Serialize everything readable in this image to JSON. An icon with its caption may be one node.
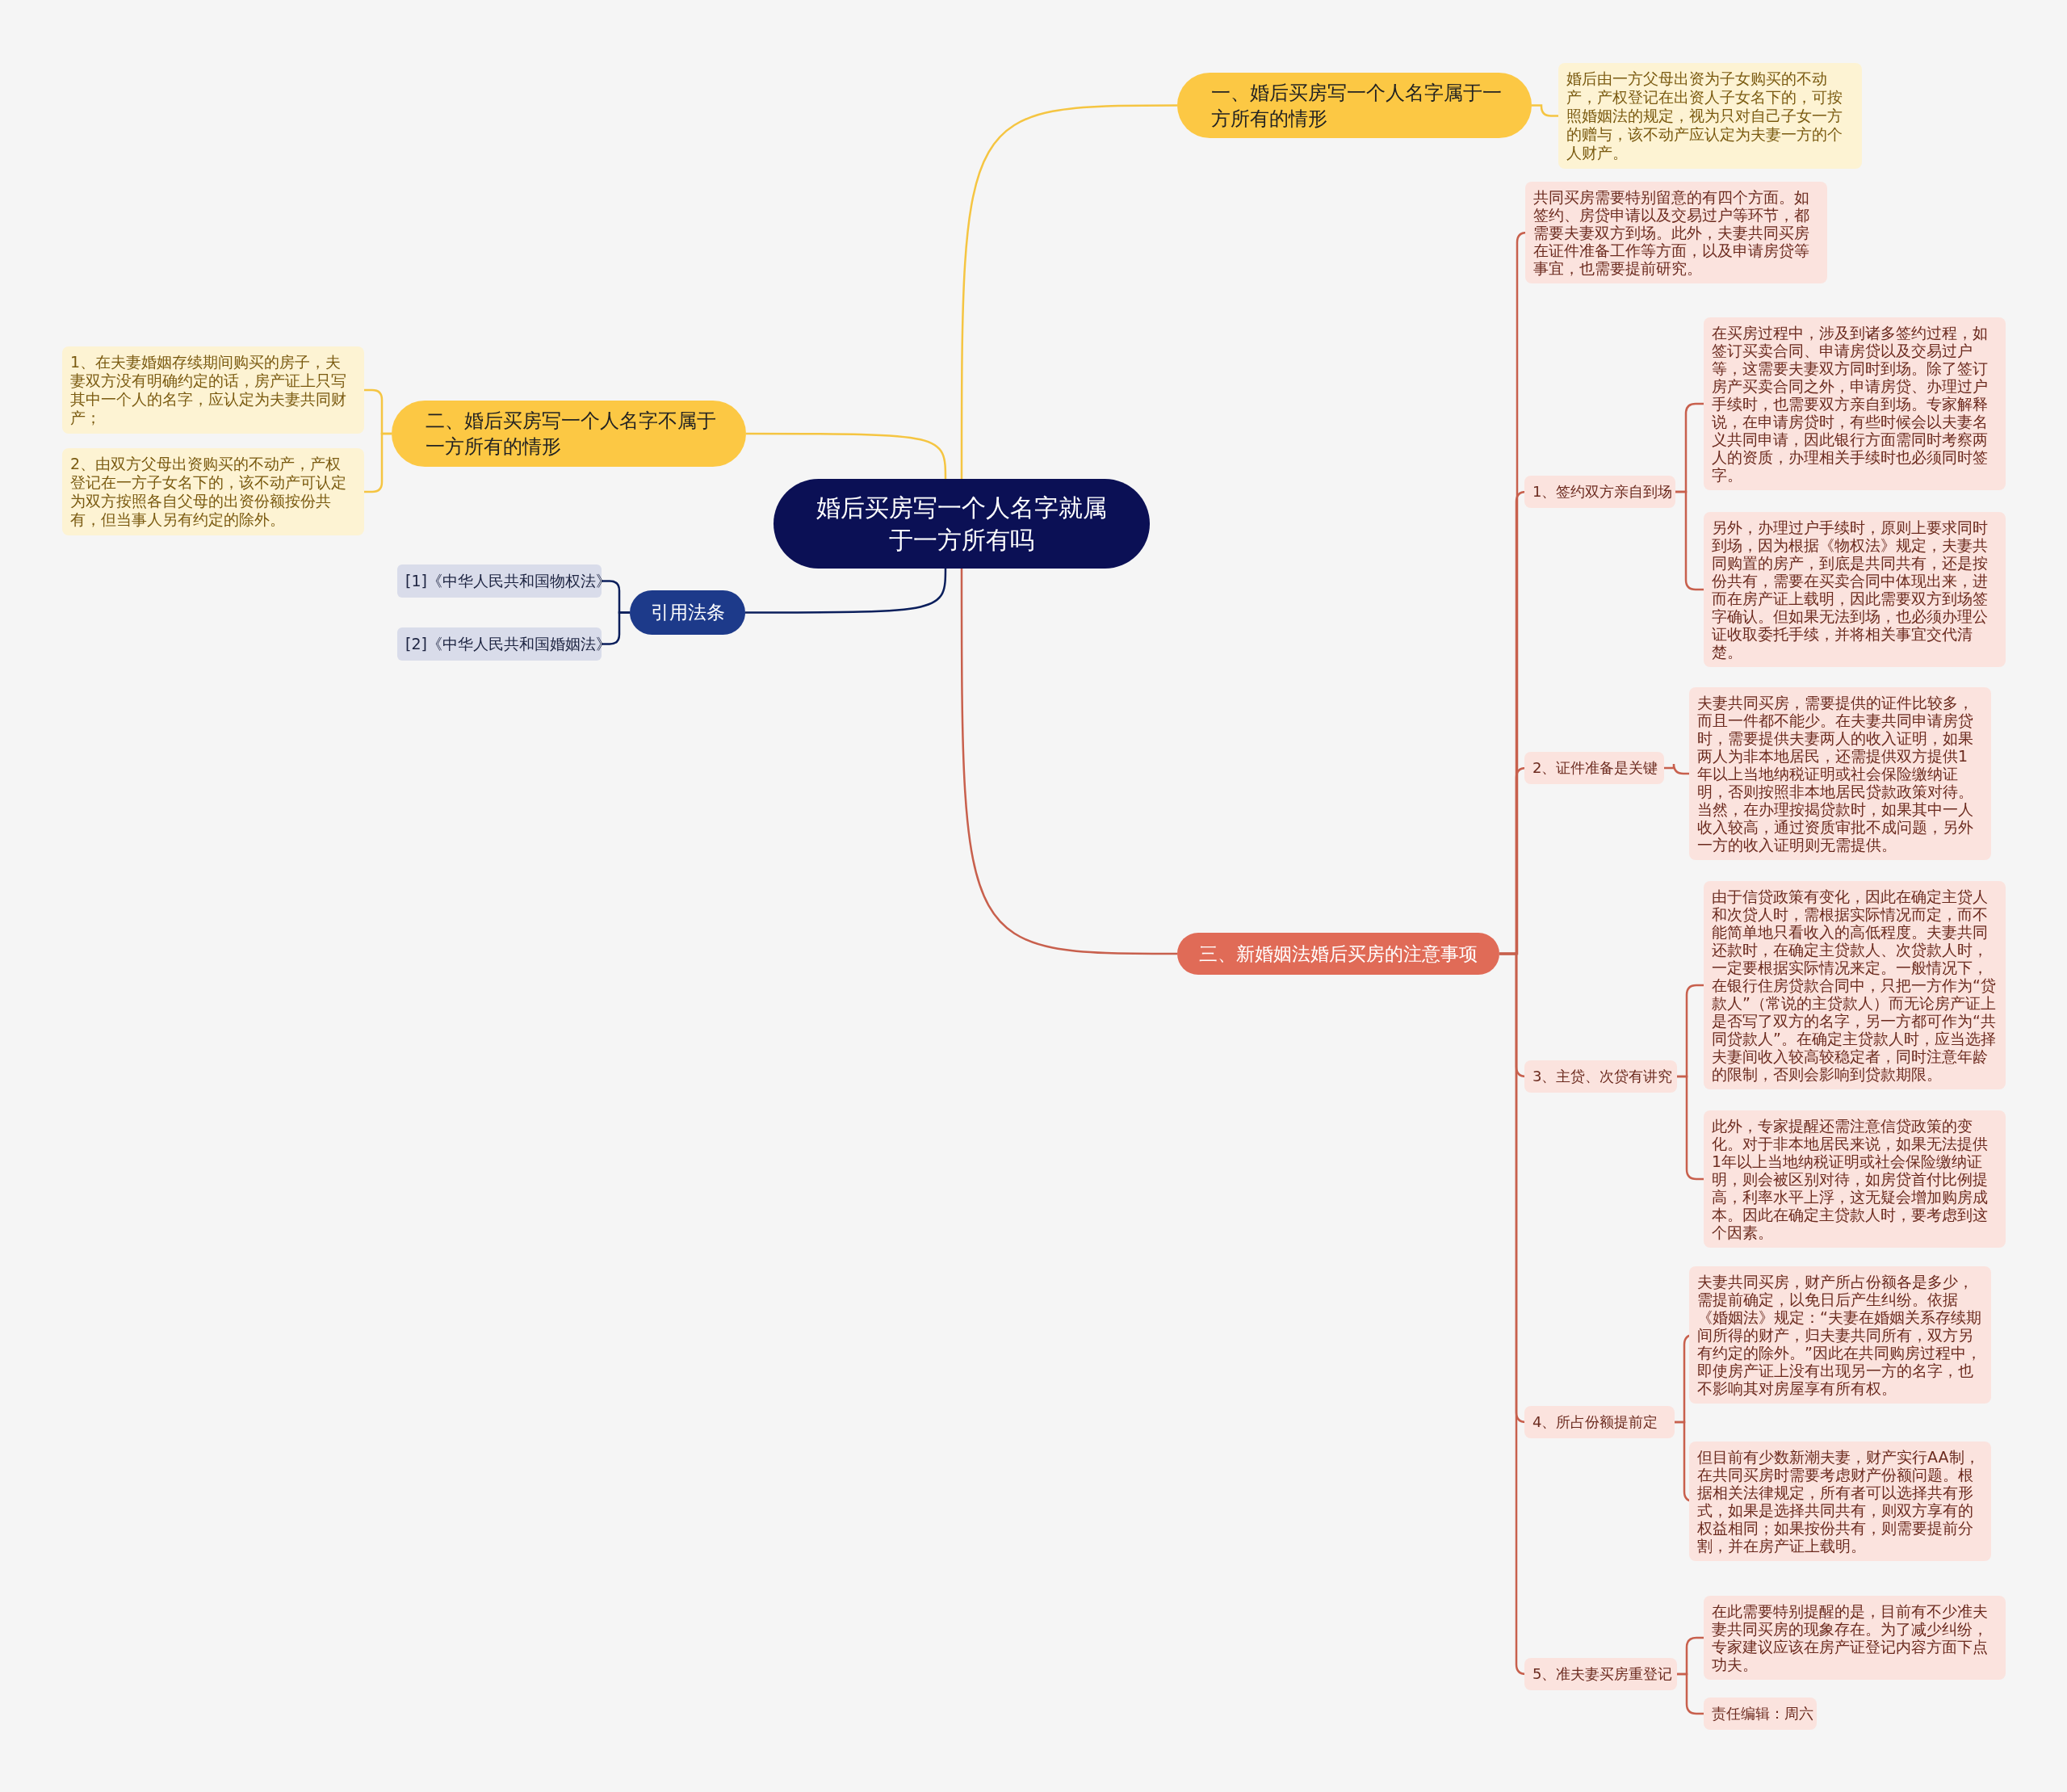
{
  "diagram": {
    "nodes": [
      {
        "text": [
          "婚后买房写一个人名字就属于一方所有吗"
        ]
      },
      {
        "text": [
          "一、婚后买房写一个人名字属于一方所有的情形"
        ]
      },
      {
        "text": [
          "婚后由一方父母出资为子女购买的不动产，产权登记在出资人子女名下的，可按照婚姻法的规定，视为只对自己子女一方的赠与，该不动产应认定为夫妻一方的个人财产。"
        ]
      },
      {
        "text": [
          "二、婚后买房写一个人名字不属于一方所有的情形"
        ]
      },
      {
        "text": [
          "1、在夫妻婚姻存续期间购买的房子，夫妻双方没有明确约定的话，房产证上只写其中一个人的名字，应认定为夫妻共同财产；"
        ]
      },
      {
        "text": [
          "2、由双方父母出资购买的不动产，产权登记在一方子女名下的，该不动产可认定为双方按照各自父母的出资份额按份共有，但当事人另有约定的除外。"
        ]
      },
      {
        "text": [
          "引用法条"
        ]
      },
      {
        "text": [
          "[1]《中华人民共和国物权法》"
        ]
      },
      {
        "text": [
          "[2]《中华人民共和国婚姻法》"
        ]
      },
      {
        "text": [
          "三、新婚姻法婚后买房的注意事项"
        ]
      },
      {
        "text": [
          "共同买房需要特别留意的有四个方面。如签约、房贷申请以及交易过户等环节，都需要夫妻双方到场。此外，夫妻共同买房在证件准备工作等方面，以及申请房贷等事宜，也需要提前研究。"
        ]
      },
      {
        "text": [
          "1、签约双方亲自到场"
        ]
      },
      {
        "text": [
          "在买房过程中，涉及到诸多签约过程，如签订买卖合同、申请房贷以及交易过户等，这需要夫妻双方同时到场。除了签订房产买卖合同之外，申请房贷、办理过户手续时，也需要双方亲自到场。专家解释说，在申请房贷时，有些时候会以夫妻名义共同申请，因此银行方面需同时考察两人的资质，办理相关手续时也必须同时签字。"
        ]
      },
      {
        "text": [
          "另外，办理过户手续时，原则上要求同时到场，因为根据《物权法》规定，夫妻共同购置的房产，到底是共同共有，还是按份共有，需要在买卖合同中体现出来，进而在房产证上载明，因此需要双方到场签字确认。但如果无法到场，也必须办理公证收取委托手续，并将相关事宜交代清楚。"
        ]
      },
      {
        "text": [
          "2、证件准备是关键"
        ]
      },
      {
        "text": [
          "夫妻共同买房，需要提供的证件比较多，而且一件都不能少。在夫妻共同申请房贷时，需要提供夫妻两人的收入证明，如果两人为非本地居民，还需提供双方提供1年以上当地纳税证明或社会保险缴纳证明，否则按照非本地居民贷款政策对待。当然，在办理按揭贷款时，如果其中一人收入较高，通过资质审批不成问题，另外一方的收入证明则无需提供。"
        ]
      },
      {
        "text": [
          "3、主贷、次贷有讲究"
        ]
      },
      {
        "text": [
          "由于信贷政策有变化，因此在确定主贷人和次贷人时，需根据实际情况而定，而不能简单地只看收入的高低程度。夫妻共同还款时，在确定主贷款人、次贷款人时，一定要根据实际情况来定。一般情况下，在银行住房贷款合同中，只把一方作为“贷款人”（常说的主贷款人）而无论房产证上是否写了双方的名字，另一方都可作为“共同贷款人”。在确定主贷款人时，应当选择夫妻间收入较高较稳定者，同时注意年龄的限制，否则会影响到贷款期限。"
        ]
      },
      {
        "text": [
          "此外，专家提醒还需注意信贷政策的变化。对于非本地居民来说，如果无法提供1年以上当地纳税证明或社会保险缴纳证明，则会被区别对待，如房贷首付比例提高，利率水平上浮，这无疑会增加购房成本。因此在确定主贷款人时，要考虑到这个因素。"
        ]
      },
      {
        "text": [
          "4、所占份额提前定"
        ]
      },
      {
        "text": [
          "夫妻共同买房，财产所占份额各是多少，需提前确定，以免日后产生纠纷。依据《婚姻法》规定：“夫妻在婚姻关系存续期间所得的财产，归夫妻共同所有，双方另有约定的除外。”因此在共同购房过程中，即使房产证上没有出现另一方的名字，也不影响其对房屋享有所有权。"
        ]
      },
      {
        "text": [
          "但目前有少数新潮夫妻，财产实行AA制，在共同买房时需要考虑财产份额问题。根据相关法律规定，所有者可以选择共有形式，如果是选择共同共有，则双方享有的权益相同；如果按份共有，则需要提前分割，并在房产证上载明。"
        ]
      },
      {
        "text": [
          "5、准夫妻买房重登记"
        ]
      },
      {
        "text": [
          "在此需要特别提醒的是，目前有不少准夫妻共同买房的现象存在。为了减少纠纷，专家建议应该在房产证登记内容方面下点功夫。"
        ]
      },
      {
        "text": [
          "责任编辑：周六"
        ]
      }
    ],
    "edges": [
      {
        "from": 0,
        "to": 1,
        "arrow": "none",
        "color": "#f5c542"
      },
      {
        "from": 1,
        "to": 2,
        "arrow": "none",
        "color": "#f5c542"
      },
      {
        "from": 0,
        "to": 3,
        "arrow": "none",
        "color": "#f5c542"
      },
      {
        "from": 3,
        "to": 4,
        "arrow": "none",
        "color": "#f5c542"
      },
      {
        "from": 3,
        "to": 5,
        "arrow": "none",
        "color": "#f5c542"
      },
      {
        "from": 0,
        "to": 6,
        "arrow": "none",
        "color": "#0b1f5c"
      },
      {
        "from": 6,
        "to": 7,
        "arrow": "none",
        "color": "#0b1f5c"
      },
      {
        "from": 6,
        "to": 8,
        "arrow": "none",
        "color": "#0b1f5c"
      },
      {
        "from": 0,
        "to": 9,
        "arrow": "none"
      },
      {
        "from": 9,
        "to": 10,
        "arrow": "none"
      },
      {
        "from": 9,
        "to": 11,
        "arrow": "none"
      },
      {
        "from": 11,
        "to": 12,
        "arrow": "none"
      },
      {
        "from": 11,
        "to": 13,
        "arrow": "none"
      },
      {
        "from": 9,
        "to": 14,
        "arrow": "none"
      },
      {
        "from": 14,
        "to": 15,
        "arrow": "none"
      },
      {
        "from": 9,
        "to": 16,
        "arrow": "none"
      },
      {
        "from": 16,
        "to": 17,
        "arrow": "none"
      },
      {
        "from": 16,
        "to": 18,
        "arrow": "none"
      },
      {
        "from": 9,
        "to": 19,
        "arrow": "none"
      },
      {
        "from": 19,
        "to": 20,
        "arrow": "none"
      },
      {
        "from": 19,
        "to": 21,
        "arrow": "none"
      },
      {
        "from": 9,
        "to": 22,
        "arrow": "none"
      },
      {
        "from": 22,
        "to": 23,
        "arrow": "none"
      },
      {
        "from": 22,
        "to": 24,
        "arrow": "none"
      }
    ]
  }
}
